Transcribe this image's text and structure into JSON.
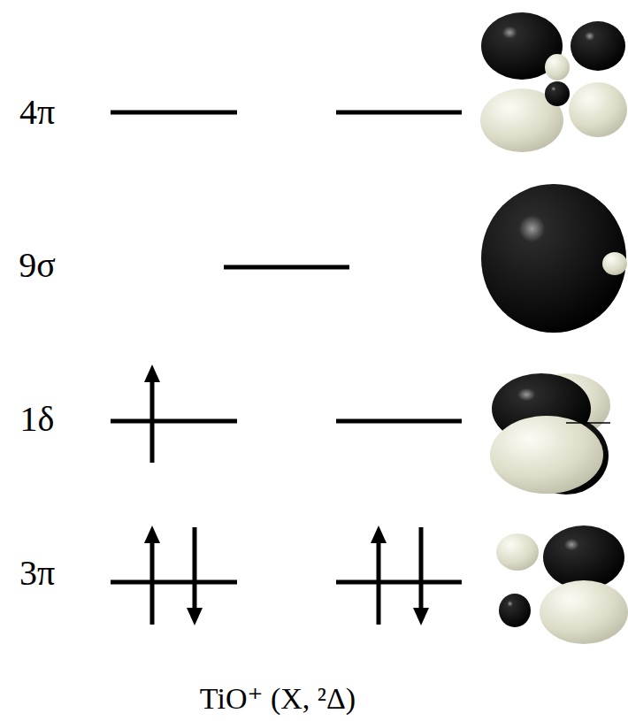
{
  "diagram": {
    "caption": "TiO⁺ (X, ²Δ)",
    "labels": [
      "4π",
      "9σ",
      "1δ",
      "3π"
    ]
  }
}
